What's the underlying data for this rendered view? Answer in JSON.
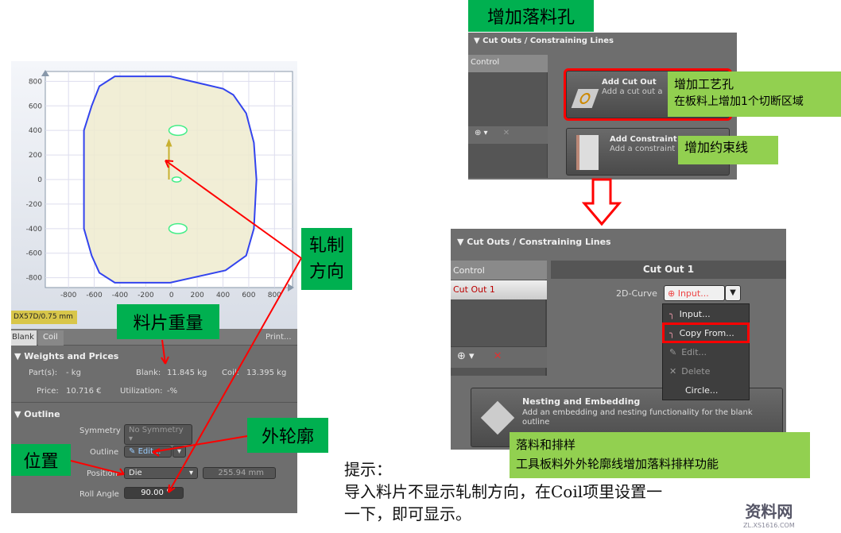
{
  "left_panel": {
    "material_badge": "DX57D/0.75 mm",
    "tabs": [
      "Blank",
      "Coil"
    ],
    "print_label": "Print...",
    "weights": {
      "title": "Weights and Prices",
      "parts_label": "Part(s):",
      "parts_value": "- kg",
      "blank_label": "Blank:",
      "blank_value": "11.845 kg",
      "coil_label": "Coil:",
      "coil_value": "13.395 kg",
      "price_label": "Price:",
      "price_value": "10.716 €",
      "util_label": "Utilization:",
      "util_value": "-%"
    },
    "outline": {
      "title": "Outline",
      "symmetry_label": "Symmetry",
      "symmetry_value": "No Symmetry",
      "outline_label": "Outline",
      "outline_button": "Edit...",
      "position_label": "Position",
      "position_value": "Die",
      "position_mm": "255.94 mm",
      "roll_label": "Roll Angle",
      "roll_value": "90.00 °"
    }
  },
  "chart_data": {
    "type": "scatter",
    "xlim": [
      -980,
      940
    ],
    "ylim": [
      -880,
      880
    ],
    "x_ticks": [
      -800,
      -600,
      -400,
      -200,
      0,
      200,
      400,
      600,
      800
    ],
    "y_ticks": [
      800,
      600,
      400,
      200,
      0,
      -200,
      -400,
      -600,
      -800
    ],
    "grid": true,
    "outline": [
      [
        -440,
        840
      ],
      [
        -10,
        840
      ],
      [
        400,
        740
      ],
      [
        480,
        690
      ],
      [
        580,
        540
      ],
      [
        640,
        300
      ],
      [
        660,
        0
      ],
      [
        640,
        -400
      ],
      [
        580,
        -620
      ],
      [
        420,
        -740
      ],
      [
        -10,
        -840
      ],
      [
        -440,
        -840
      ],
      [
        -560,
        -760
      ],
      [
        -620,
        -620
      ],
      [
        -680,
        -400
      ],
      [
        -680,
        400
      ],
      [
        -620,
        600
      ],
      [
        -560,
        760
      ]
    ],
    "cutouts": [
      {
        "cx": 50,
        "cy": 400,
        "rx": 70,
        "ry": 40
      },
      {
        "cx": 40,
        "cy": 0,
        "rx": 35,
        "ry": 20
      },
      {
        "cx": 50,
        "cy": -400,
        "rx": 70,
        "ry": 40
      }
    ],
    "roll_direction": {
      "from": [
        -20,
        0
      ],
      "to": [
        -20,
        320
      ]
    },
    "colors": {
      "outline": "#3344ee",
      "fill": "#efebcf",
      "cutout": "#44ee88",
      "arrow": "#c8b030"
    }
  },
  "top_panel": {
    "title_callout": "增加落料孔",
    "header": "Cut Outs / Constraining Lines",
    "control": "Control",
    "add_cutout_title": "Add Cut Out",
    "add_cutout_desc": "Add a cut out a",
    "add_constraint_title": "Add Constraint",
    "add_constraint_desc": "Add a constraint",
    "callout_cutout_1": "增加工艺孔",
    "callout_cutout_2": "在板料上增加1个切断区域",
    "callout_constraint": "增加约束线"
  },
  "bottom_panel": {
    "header": "Cut Outs / Constraining Lines",
    "control": "Control",
    "list_item": "Cut Out 1",
    "detail_title": "Cut Out 1",
    "curve_label": "2D-Curve",
    "curve_value": "Input...",
    "menu": [
      "Input...",
      "Copy From...",
      "Edit...",
      "Delete",
      "Circle..."
    ],
    "nesting_title": "Nesting and Embedding",
    "nesting_desc": "Add an embedding and nesting functionality for the blank outline",
    "callout_1": "落料和排样",
    "callout_2": "工具板料外外轮廓线增加落料排样功能"
  },
  "callouts": {
    "roll_direction": "轧制\n方向",
    "weight": "料片重量",
    "outline": "外轮廓",
    "position": "位置"
  },
  "note": {
    "title": "提示：",
    "line1": "导入料片不显示轧制方向，在Coil项里设置一",
    "line2": "一下，即可显示。"
  },
  "watermark": {
    "text": "资料网",
    "url": "ZL.XS1616.COM"
  }
}
